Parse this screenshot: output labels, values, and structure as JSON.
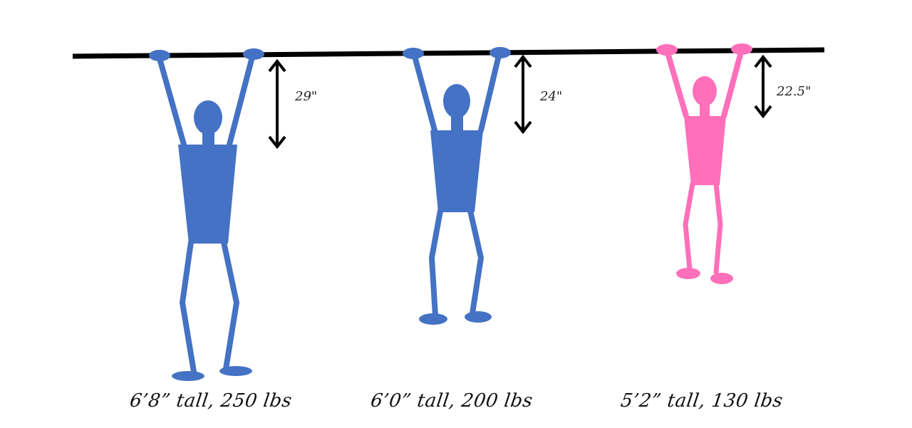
{
  "colors": {
    "bar": "#000000",
    "blue": "#4472C4",
    "pink": "#FF6FBA",
    "arrow": "#000000"
  },
  "figures": [
    {
      "color": "blue",
      "measurement": "29\"",
      "caption": "6’8” tall, 250 lbs"
    },
    {
      "color": "blue",
      "measurement": "24\"",
      "caption": "6’0” tall, 200 lbs"
    },
    {
      "color": "pink",
      "measurement": "22.5\"",
      "caption": "5’2” tall, 130 lbs"
    }
  ]
}
